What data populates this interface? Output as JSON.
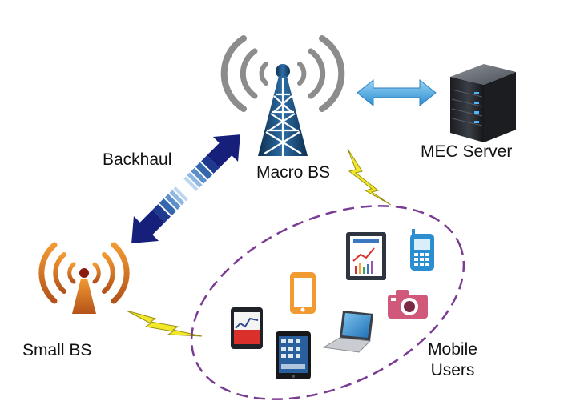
{
  "labels": {
    "macro_bs": "Macro BS",
    "mec_server": "MEC Server",
    "backhaul": "Backhaul",
    "small_bs": "Small BS",
    "mobile_users_line1": "Mobile",
    "mobile_users_line2": "Users"
  },
  "colors": {
    "macro_tower": "#17456e",
    "signal_gray": "#8c8c8c",
    "small_bs": "#d0701c",
    "small_bs_inner": "#8b1c10",
    "backhaul_arrow": "#16207a",
    "backhaul_stripes": "#5b8fc9",
    "mec_link_arrow": "#4aa3de",
    "lightning": "#f2e82a",
    "user_cluster": "#7a3b92",
    "server_body": "#2a2d33"
  },
  "icons": {
    "macro_tower": "cell-tower-icon",
    "mec_server": "server-rack-icon",
    "small_bs": "small-cell-antenna-icon",
    "devices": [
      "tablet-chart-icon",
      "mobile-phone-icon",
      "smartphone-icon",
      "camera-icon",
      "tablet-icon",
      "ipad-icon",
      "laptop-icon"
    ]
  }
}
